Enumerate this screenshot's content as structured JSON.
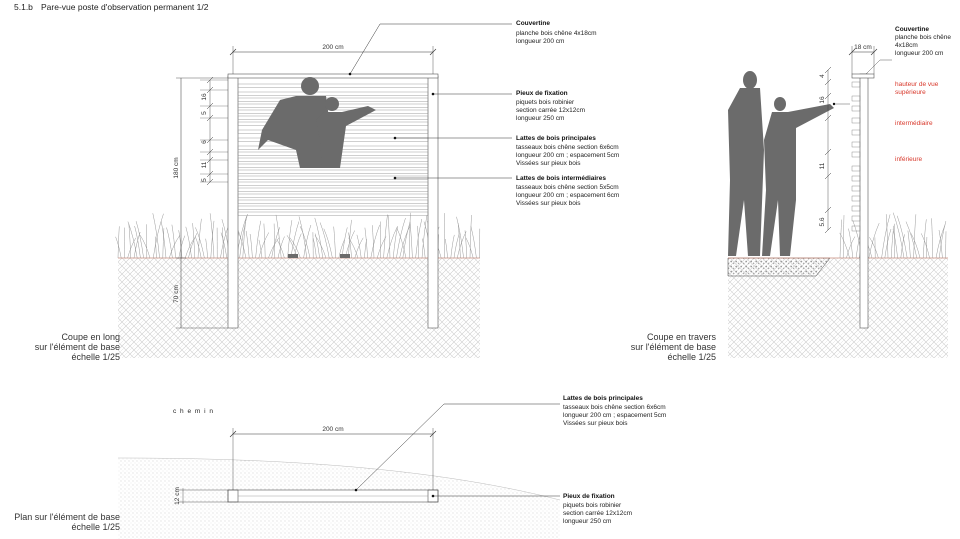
{
  "header": {
    "number": "5.1.b",
    "title": "Pare-vue poste d'observation permanent 1/2"
  },
  "views": {
    "long": {
      "caption": [
        "Coupe en long",
        "sur l'élément de base",
        "échelle 1/25"
      ]
    },
    "travers": {
      "caption": [
        "Coupe en travers",
        "sur l'élément de base",
        "échelle 1/25"
      ]
    },
    "plan": {
      "caption": [
        "Plan sur l'élément de base",
        "échelle 1/25"
      ]
    }
  },
  "dimensions": {
    "long_width": "200 cm",
    "long_height": "180 cm",
    "long_depth": "70 cm",
    "long_slats": [
      "16",
      "5",
      "6",
      "11",
      "5"
    ],
    "travers_width": "18 cm",
    "travers_slats": [
      "4",
      "16",
      "11",
      "5.6"
    ],
    "plan_width": "200 cm",
    "plan_depth": "12 cm"
  },
  "annotations": {
    "couvertine_long": {
      "title": "Couvertine",
      "lines": [
        "planche bois chêne 4x18cm",
        "longueur 200 cm"
      ]
    },
    "pieux_long": {
      "title": "Pieux de fixation",
      "lines": [
        "piquets bois robinier",
        "section carrée 12x12cm",
        "longueur 250 cm"
      ]
    },
    "lattes_principales_long": {
      "title": "Lattes de bois principales",
      "lines": [
        "tasseaux bois chêne section 6x6cm",
        "longueur 200 cm ; espacement 5cm",
        "Vissées sur pieux bois"
      ]
    },
    "lattes_intermediaires_long": {
      "title": "Lattes de bois intermédiaires",
      "lines": [
        "tasseaux bois chêne section 5x5cm",
        "longueur 200 cm ; espacement 6cm",
        "Vissées sur pieux bois"
      ]
    },
    "couvertine_travers": {
      "title": "Couvertine",
      "lines": [
        "planche bois chêne",
        "4x18cm",
        "longueur 200 cm"
      ]
    },
    "hauteurs": {
      "superieure": [
        "hauteur de vue",
        "supérieure"
      ],
      "intermediaire": "intermédiaire",
      "inferieure": "inférieure"
    },
    "chemin": "c h e m i n",
    "lattes_principales_plan": {
      "title": "Lattes de bois principales",
      "lines": [
        "tasseaux bois chêne section 6x6cm",
        "longueur 200 cm ; espacement 5cm",
        "Vissées sur pieux bois"
      ]
    },
    "pieux_plan": {
      "title": "Pieux de fixation",
      "lines": [
        "piquets bois robinier",
        "section carrée 12x12cm",
        "longueur 250 cm"
      ]
    }
  },
  "colors": {
    "ink": "#222222",
    "figure": "#6b6b6b",
    "accent_red": "#d8382b",
    "ground_line": "#c98a7a"
  }
}
